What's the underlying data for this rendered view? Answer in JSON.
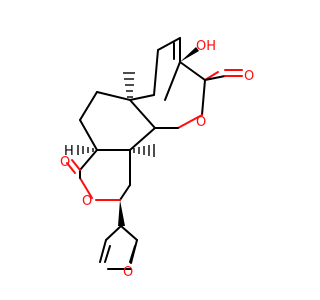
{
  "molecule": {
    "atoms": {
      "hydroxyl_label": "OH",
      "ketone_o_top": "O",
      "lactone_o_right": "O",
      "ketone_o_left": "O",
      "lactone_o_left": "O",
      "furan_o": "O",
      "stereo_h": "H"
    },
    "colors": {
      "bond": "#000000",
      "oxygen": "#ff0d0d"
    }
  }
}
